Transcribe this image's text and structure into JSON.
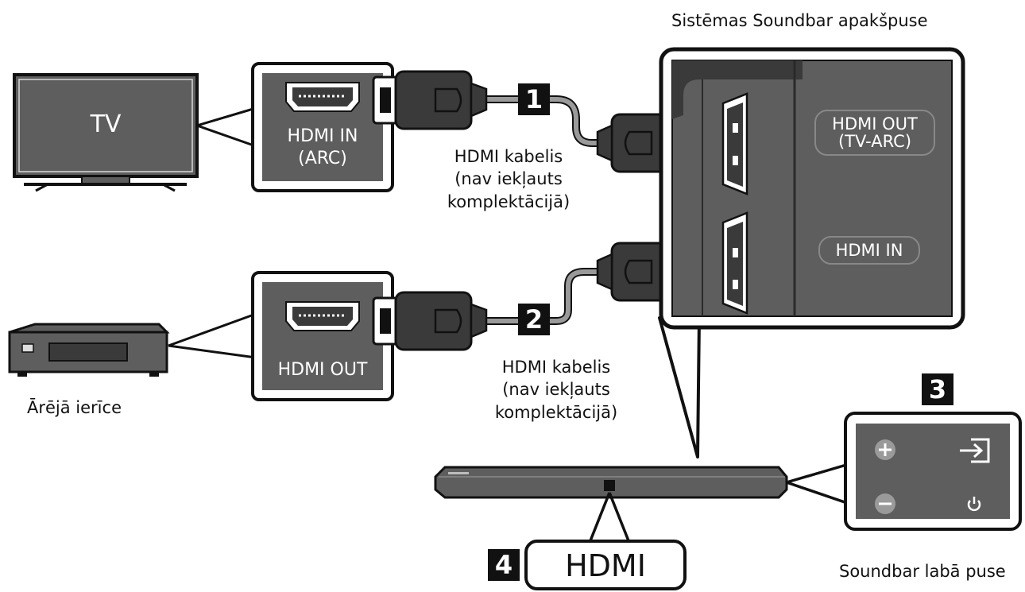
{
  "labels": {
    "soundbar_bottom": "Sistēmas Soundbar apakšpuse",
    "tv": "TV",
    "hdmi_in_arc_line1": "HDMI IN",
    "hdmi_in_arc_line2": "(ARC)",
    "hdmi_out_device": "HDMI OUT",
    "external_device": "Ārējā ierīce",
    "cable1_line1": "HDMI kabelis",
    "cable1_line2": "(nav iekļauts",
    "cable1_line3": "komplektācijā)",
    "cable2_line1": "HDMI kabelis",
    "cable2_line2": "(nav iekļauts",
    "cable2_line3": "komplektācijā)",
    "soundbar_out_line1": "HDMI OUT",
    "soundbar_out_line2": "(TV-ARC)",
    "soundbar_in": "HDMI IN",
    "hdmi_logo": "HDMI",
    "soundbar_right_side": "Soundbar labā puse"
  },
  "steps": [
    "1",
    "2",
    "3",
    "4"
  ],
  "colors": {
    "panel_gray": "#5e5e5e",
    "panel_dark": "#3a3a3a",
    "cable_gray": "#9a9a9a",
    "outline": "#111111",
    "badge": "#111111"
  }
}
